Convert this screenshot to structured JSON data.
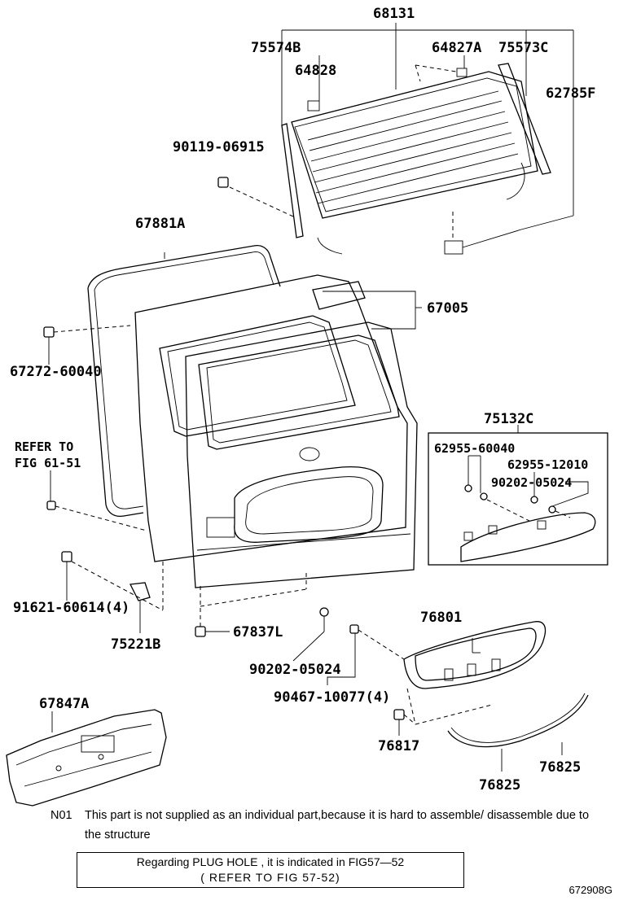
{
  "parts": {
    "p68131": "68131",
    "p75574B": "75574B",
    "p64827A": "64827A",
    "p75573C": "75573C",
    "p64828": "64828",
    "p62785F": "62785F",
    "p90119": "90119-06915",
    "p67881A": "67881A",
    "p67005": "67005",
    "p67272": "67272-60040",
    "refer_line1": "REFER TO",
    "refer_line2": "FIG 61-51",
    "p75132C": "75132C",
    "p62955_60040": "62955-60040",
    "p62955_12010": "62955-12010",
    "p90202_a": "90202-05024",
    "p91621": "91621-60614(4)",
    "p75221B": "75221B",
    "p67837L": "67837L",
    "p76801": "76801",
    "p90202_b": "90202-05024",
    "p90467": "90467-10077(4)",
    "p67847A": "67847A",
    "p76817": "76817",
    "p76825_a": "76825",
    "p76825_b": "76825"
  },
  "note": {
    "code": "N01",
    "text": "This part is not supplied as an individual part,because it is hard to assemble/ disassemble due to the structure"
  },
  "plug_box": {
    "line1": "Regarding PLUG HOLE , it is indicated in FIG57—52",
    "line2": "( REFER TO FIG 57-52)"
  },
  "figure_id": "672908G"
}
